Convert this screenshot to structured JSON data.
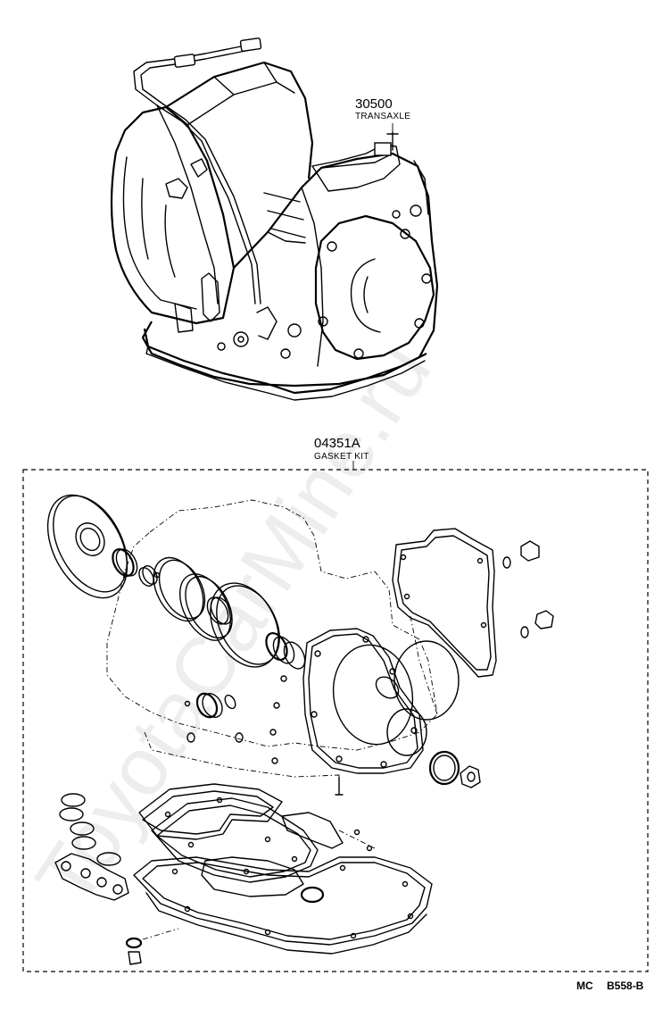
{
  "watermark": "ToyotaCarMine.ru",
  "parts": {
    "transaxle": {
      "number": "30500",
      "name": "TRANSAXLE"
    },
    "gasket_kit": {
      "number": "04351A",
      "name": "GASKET KIT"
    }
  },
  "footer": {
    "prefix": "MC",
    "code": "B558-B"
  }
}
